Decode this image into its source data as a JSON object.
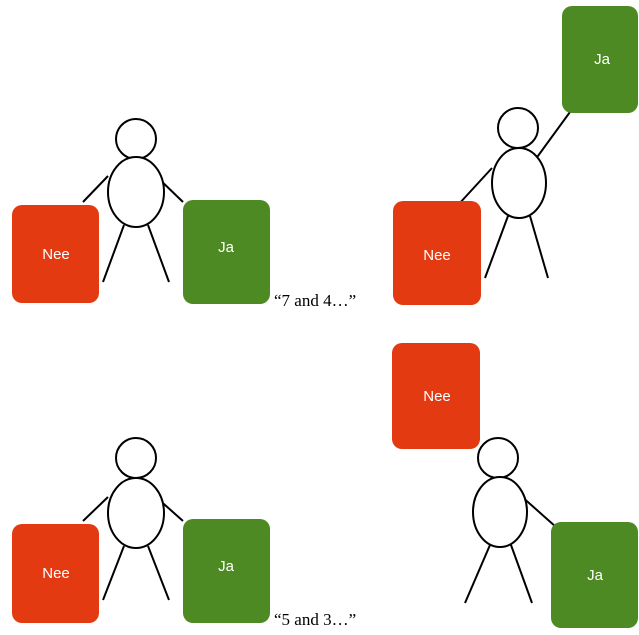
{
  "colors": {
    "no_card": "#e33a11",
    "yes_card": "#4e8a23",
    "line": "#000000",
    "background": "#ffffff"
  },
  "panels": [
    {
      "left_card": {
        "label": "Nee"
      },
      "right_card": {
        "label": "Ja"
      },
      "caption": "“7 and 4…”"
    },
    {
      "lower_card": {
        "label": "Nee"
      },
      "raised_card": {
        "label": "Ja"
      }
    },
    {
      "left_card": {
        "label": "Nee"
      },
      "right_card": {
        "label": "Ja"
      },
      "caption": "“5 and 3…”"
    },
    {
      "raised_card": {
        "label": "Nee"
      },
      "lower_card": {
        "label": "Ja"
      }
    }
  ]
}
